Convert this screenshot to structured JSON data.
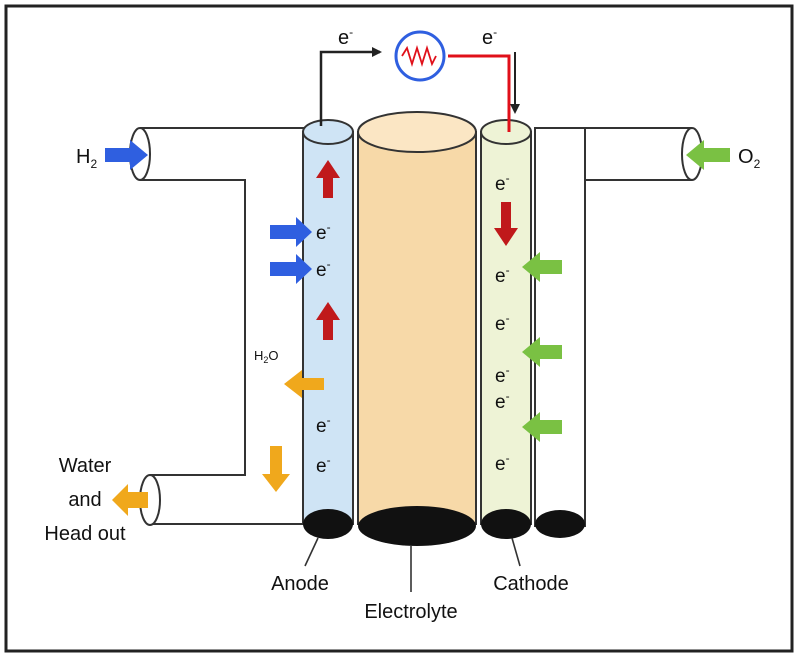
{
  "inputs": {
    "h2": {
      "base": "H",
      "sub": "2"
    },
    "o2": {
      "base": "O",
      "sub": "2"
    }
  },
  "outputs": {
    "water_base": "H",
    "water_sub": "2",
    "water_tail": "O",
    "exhaust_line1": "Water",
    "exhaust_line2": "and",
    "exhaust_line3": "Head out"
  },
  "circuit": {
    "electron_left": "e",
    "electron_right": "e",
    "charge": "-"
  },
  "anode_electrons": [
    "e",
    "e",
    "e",
    "e"
  ],
  "cathode_electrons": [
    "e",
    "e",
    "e",
    "e",
    "e",
    "e"
  ],
  "labels": {
    "anode": "Anode",
    "electrolyte": "Electrolyte",
    "cathode": "Cathode"
  },
  "colors": {
    "anode_fill": "#cfe4f5",
    "electrolyte_fill": "#f7d9a8",
    "cathode_fill": "#eef3d6",
    "hydrogen_arrow": "#2f5fe0",
    "oxygen_arrow": "#7ac143",
    "water_arrow": "#f0a81c",
    "electron_flow_arrow": "#c0191b",
    "wire_dark": "#222222",
    "wire_red": "#e0101a",
    "load": "#2f5fe0"
  }
}
